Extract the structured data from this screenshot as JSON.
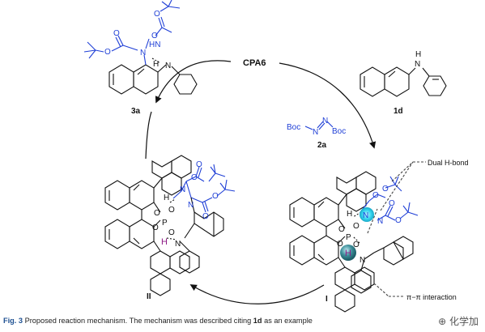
{
  "labels": {
    "catalyst": "CPA6",
    "product": "3a",
    "substrate_amine": "1d",
    "substrate_azo": "2a",
    "intermediate_I": "I",
    "intermediate_II": "II",
    "boc_left": "Boc",
    "boc_right": "Boc",
    "dual_hbond": "Dual H-bond",
    "pi_pi": "π−π interaction"
  },
  "atoms": {
    "N": "N",
    "H": "H",
    "O": "O",
    "P": "P",
    "HN": "HN",
    "N_slash_H": "N"
  },
  "caption": {
    "fig_label": "Fig. 3",
    "text_before": "Proposed reaction mechanism. The mechanism was described citing ",
    "compound": "1d",
    "text_after": " as an example"
  },
  "watermark": "化学加",
  "colors": {
    "blue": "#1f3fd6",
    "purple": "#8e1c86",
    "black": "#111111",
    "highlight_cyan": "#35d6f0",
    "highlight_teal": "#3e8f9a",
    "caption_fig": "#1c4f91"
  }
}
